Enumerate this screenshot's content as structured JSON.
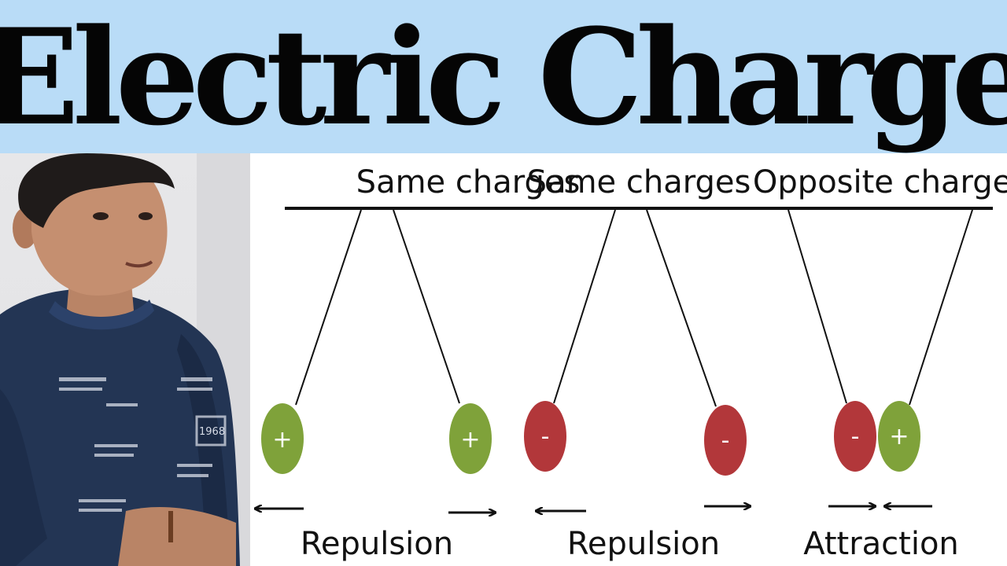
{
  "banner": {
    "title": "Electric Charge",
    "background": "#b9dcf7"
  },
  "diagram": {
    "colors": {
      "positive": "#7fa23a",
      "negative": "#b2373a",
      "line": "#111111"
    },
    "groups": [
      {
        "heading": "Same charges",
        "effect": "Repulsion",
        "charges": [
          "+",
          "+"
        ]
      },
      {
        "heading": "Same charges",
        "effect": "Repulsion",
        "charges": [
          "-",
          "-"
        ]
      },
      {
        "heading": "Opposite charges",
        "effect": "Attraction",
        "charges": [
          "-",
          "+"
        ]
      }
    ]
  },
  "presenter": {
    "shirt_print": "1968"
  }
}
